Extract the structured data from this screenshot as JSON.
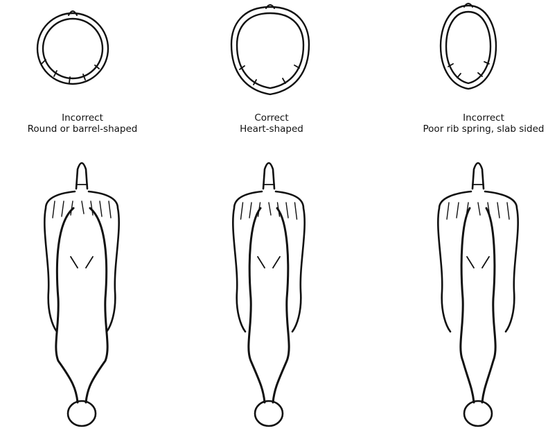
{
  "panels": [
    {
      "verdict": "Incorrect",
      "description": "Round or barrel-shaped",
      "rib_shape": "round"
    },
    {
      "verdict": "Correct",
      "description": "Heart-shaped",
      "rib_shape": "heart"
    },
    {
      "verdict": "Incorrect",
      "description": "Poor rib spring, slab sided",
      "rib_shape": "slab"
    }
  ],
  "colors": {
    "ink": "#111111",
    "paper": "#ffffff"
  }
}
